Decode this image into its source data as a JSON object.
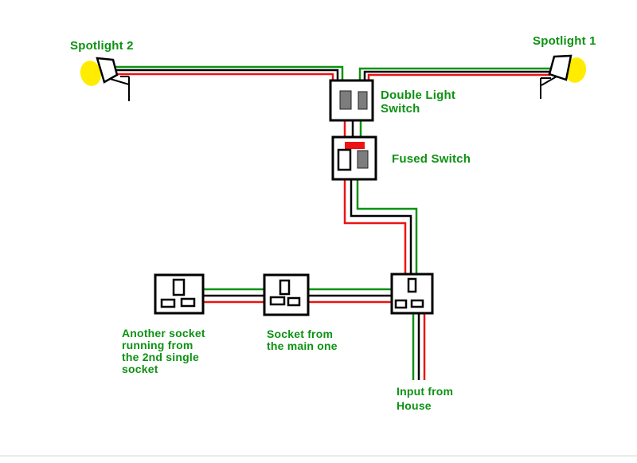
{
  "diagram": {
    "labels": {
      "spotlight_2": "Spotlight 2",
      "spotlight_1": "Spotlight 1",
      "double_light_switch": "Double Light\nSwitch",
      "fused_switch": "Fused Switch",
      "second_single_socket": "Another socket\nrunning from\nthe 2nd single\nsocket",
      "socket_from_main": "Socket from\nthe main one",
      "input_from_house": "Input from\nHouse"
    },
    "colors": {
      "label_green": "#0C9212",
      "wire_earth_green": "#0C9212",
      "wire_live_red": "#EC1313",
      "wire_neutral_black": "#000000",
      "spotlight_glow_yellow": "#FFEC00",
      "rocker_gray": "#7D7D7D",
      "fuse_indicator_red": "#EC1313",
      "background_white": "#FFFFFF"
    },
    "components": [
      "spotlight-2",
      "spotlight-1",
      "double-light-switch",
      "fused-switch",
      "second-single-socket",
      "socket-from-main",
      "main-socket"
    ]
  }
}
